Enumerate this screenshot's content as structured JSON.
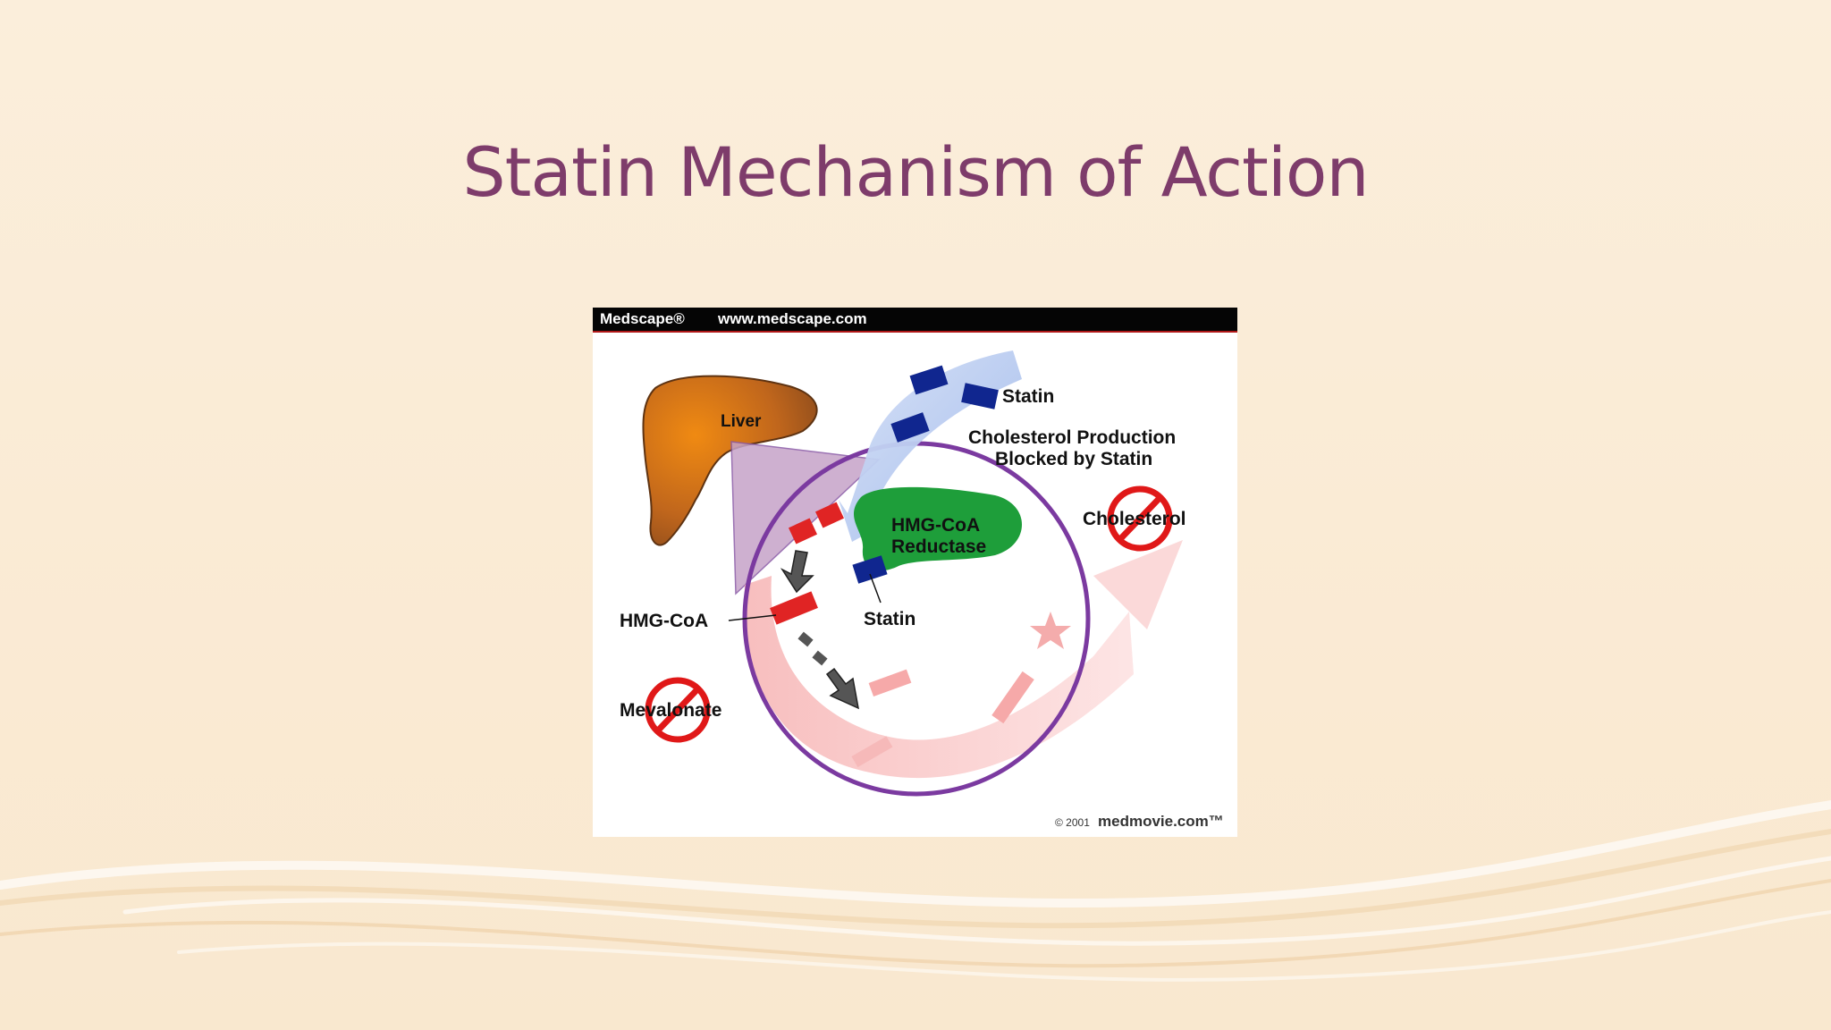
{
  "slide": {
    "title": "Statin Mechanism of Action"
  },
  "figure": {
    "header": {
      "brand": "Medscape®",
      "url": "www.medscape.com"
    },
    "labels": {
      "liver": "Liver",
      "statin_top": "Statin",
      "production_line1": "Cholesterol Production",
      "production_line2": "Blocked by Statin",
      "cholesterol": "Cholesterol",
      "enzyme_line1": "HMG-CoA",
      "enzyme_line2": "Reductase",
      "hmg_coa": "HMG-CoA",
      "statin_bound": "Statin",
      "mevalonate": "Mevalonate"
    },
    "credit": {
      "year": "© 2001",
      "site": "medmovie.com™"
    }
  },
  "colors": {
    "background": "#faecd6",
    "title": "#7e3c6b",
    "liver": "#b5651d",
    "cell_ring": "#7b3aa0",
    "enzyme": "#1e9e3a",
    "statin": "#10268f",
    "hmg_coa": "#e02424",
    "prohibition": "#e01818"
  }
}
